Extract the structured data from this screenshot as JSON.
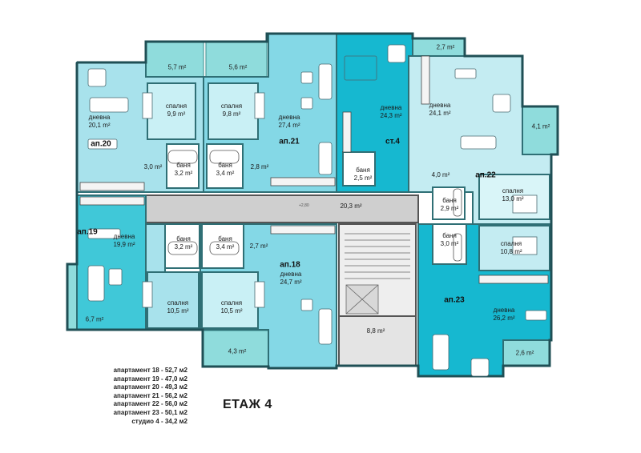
{
  "floor_title": "ЕТАЖ 4",
  "legend": [
    "апартамент 18 - 52,7 м2",
    "апартамент 19 - 47,0 м2",
    "апартамент 20 - 49,3 м2",
    "апартамент 21 - 56,2 м2",
    "апартамент 22 - 56,0 м2",
    "апартамент 23 - 50,1 м2",
    "студио 4 - 34,2 м2"
  ],
  "apartments": {
    "ap20": "ап.20",
    "ap21": "ап.21",
    "st4": "ст.4",
    "ap22": "ап.22",
    "ap19": "ап.19",
    "ap18": "ап.18",
    "ap23": "ап.23"
  },
  "rooms": {
    "ap20_living": {
      "name": "дневна",
      "area": "20,1 m²"
    },
    "ap20_bed": {
      "name": "спалня",
      "area": "9,9 m²"
    },
    "ap20_bath": {
      "name": "баня",
      "area": "3,2 m²"
    },
    "ap20_hall": {
      "area": "3,0 m²"
    },
    "ap21_bed": {
      "name": "спалня",
      "area": "9,8 m²"
    },
    "ap21_bath": {
      "name": "баня",
      "area": "3,4 m²"
    },
    "ap21_hall": {
      "area": "2,8 m²"
    },
    "ap21_living": {
      "name": "дневна",
      "area": "27,4 m²"
    },
    "st4_living": {
      "name": "дневна",
      "area": "24,3 m²"
    },
    "st4_bath": {
      "name": "баня",
      "area": "2,5 m²"
    },
    "ap22_living": {
      "name": "дневна",
      "area": "24,1 m²"
    },
    "ap22_hall": {
      "area": "4,0 m²"
    },
    "ap22_bed": {
      "name": "спалня",
      "area": "13,0 m²"
    },
    "ap22_bath": {
      "name": "баня",
      "area": "2,9 m²"
    },
    "corridor": {
      "area": "20,3 m²"
    },
    "ap19_living": {
      "name": "дневна",
      "area": "19,9 m²"
    },
    "ap19_bath": {
      "name": "баня",
      "area": "3,2 m²"
    },
    "ap19_bed": {
      "name": "спалня",
      "area": "10,5 m²"
    },
    "ap18_bath": {
      "name": "баня",
      "area": "3,4 m²"
    },
    "ap18_hall": {
      "area": "2,7 m²"
    },
    "ap18_bed": {
      "name": "спалня",
      "area": "10,5 m²"
    },
    "ap18_living": {
      "name": "дневна",
      "area": "24,7 m²"
    },
    "ap23_bath": {
      "name": "баня",
      "area": "3,0 m²"
    },
    "ap23_bed": {
      "name": "спалня",
      "area": "10,8 m²"
    },
    "ap23_living": {
      "name": "дневна",
      "area": "26,2 m²"
    },
    "stair_landing": {
      "area": "8,8 m²"
    }
  },
  "balconies": {
    "b_57": "5,7 m²",
    "b_56": "5,6 m²",
    "b_27": "2,7 m²",
    "b_41": "4,1 m²",
    "b_67": "6,7 m²",
    "b_43": "4,3 m²",
    "b_26": "2,6 m²"
  },
  "level_mark": "+2,80"
}
